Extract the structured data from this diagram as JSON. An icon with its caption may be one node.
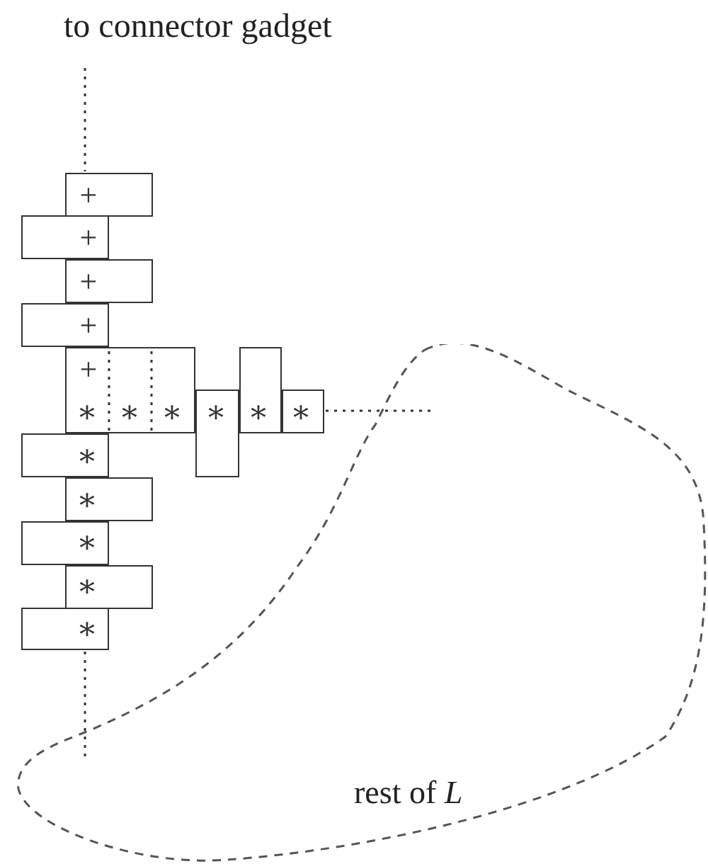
{
  "diagram": {
    "nodes": [
      {
        "text": [
          "to connector gadget"
        ]
      },
      {
        "text": [
          "+"
        ]
      },
      {
        "text": [
          "+"
        ]
      },
      {
        "text": [
          "+"
        ]
      },
      {
        "text": [
          "+"
        ]
      },
      {
        "text": [
          "+",
          "∗",
          "∗",
          "∗"
        ]
      },
      {
        "text": [
          "∗"
        ]
      },
      {
        "text": [
          "∗"
        ]
      },
      {
        "text": [
          "∗"
        ]
      },
      {
        "text": [
          "∗"
        ]
      },
      {
        "text": [
          "∗"
        ]
      },
      {
        "text": [
          "∗"
        ]
      },
      {
        "text": [
          "∗"
        ]
      },
      {
        "text": [
          "∗"
        ]
      },
      {
        "text": [
          "rest of *L*"
        ]
      }
    ],
    "edges": [
      {
        "from": 1,
        "to": 0,
        "arrow": "none",
        "style": "dashed"
      },
      {
        "from": 8,
        "to": 14,
        "arrow": "none",
        "style": "dashed"
      },
      {
        "from": 13,
        "to": 14,
        "arrow": "none",
        "style": "dashed"
      }
    ]
  }
}
